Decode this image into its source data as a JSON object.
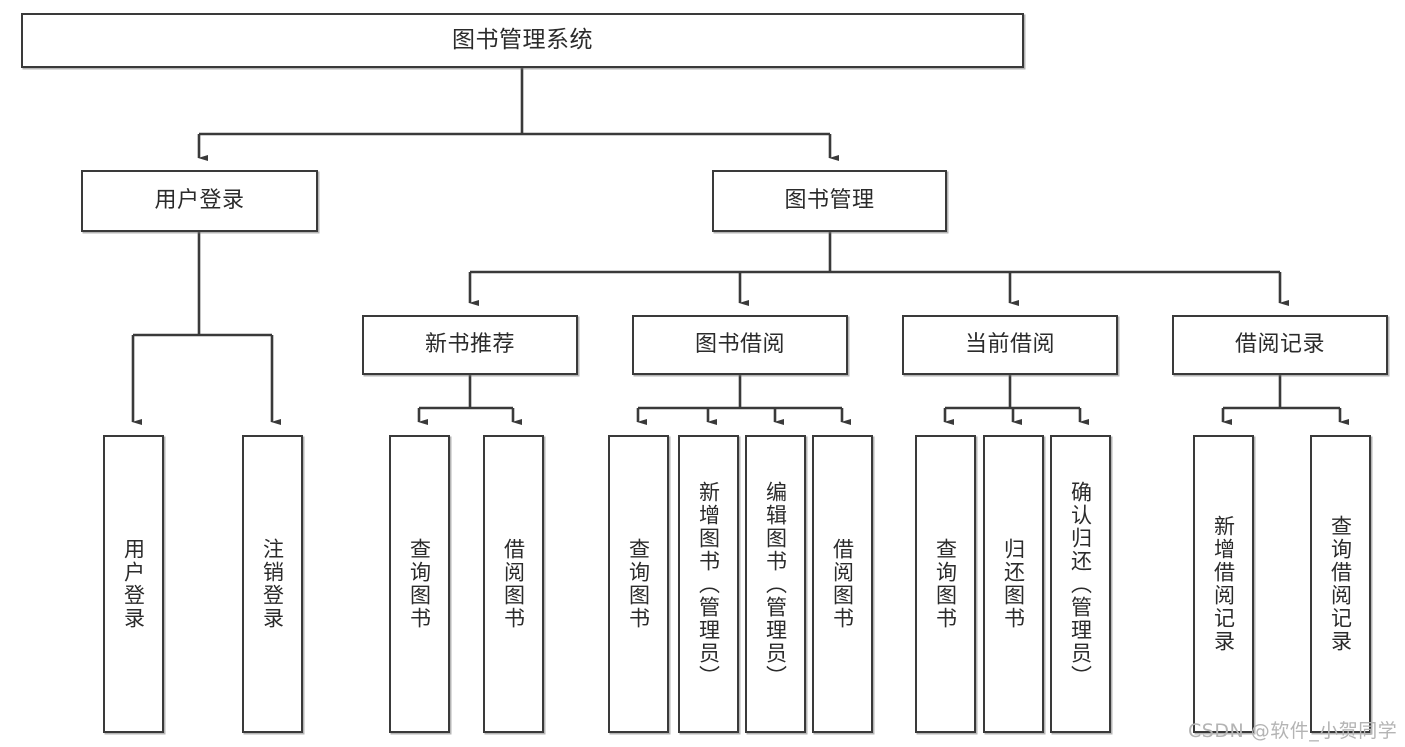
{
  "diagram": {
    "title_text": "图书管理系统",
    "type": "tree-hierarchy-diagram",
    "stroke_color": "#3a3a3a",
    "fill_color": "#ffffff",
    "text_color": "#2b2b2b"
  },
  "nodes": {
    "root": {
      "label": "图书管理系统"
    },
    "level2": [
      {
        "label": "用户登录"
      },
      {
        "label": "图书管理"
      }
    ],
    "level3": [
      {
        "label": "新书推荐"
      },
      {
        "label": "图书借阅"
      },
      {
        "label": "当前借阅"
      },
      {
        "label": "借阅记录"
      }
    ],
    "leaves_user_login": [
      {
        "label": "用户登录"
      },
      {
        "label": "注销登录"
      }
    ],
    "leaves_new_book": [
      {
        "label": "查询图书"
      },
      {
        "label": "借阅图书"
      }
    ],
    "leaves_borrow": [
      {
        "label": "查询图书"
      },
      {
        "label": "新增图书（管理员）"
      },
      {
        "label": "编辑图书（管理员）"
      },
      {
        "label": "借阅图书"
      }
    ],
    "leaves_current": [
      {
        "label": "查询图书"
      },
      {
        "label": "归还图书"
      },
      {
        "label": "确认归还（管理员）"
      }
    ],
    "leaves_records": [
      {
        "label": "新增借阅记录"
      },
      {
        "label": "查询借阅记录"
      }
    ]
  },
  "watermark": {
    "text": "CSDN @软件_小贺同学"
  }
}
